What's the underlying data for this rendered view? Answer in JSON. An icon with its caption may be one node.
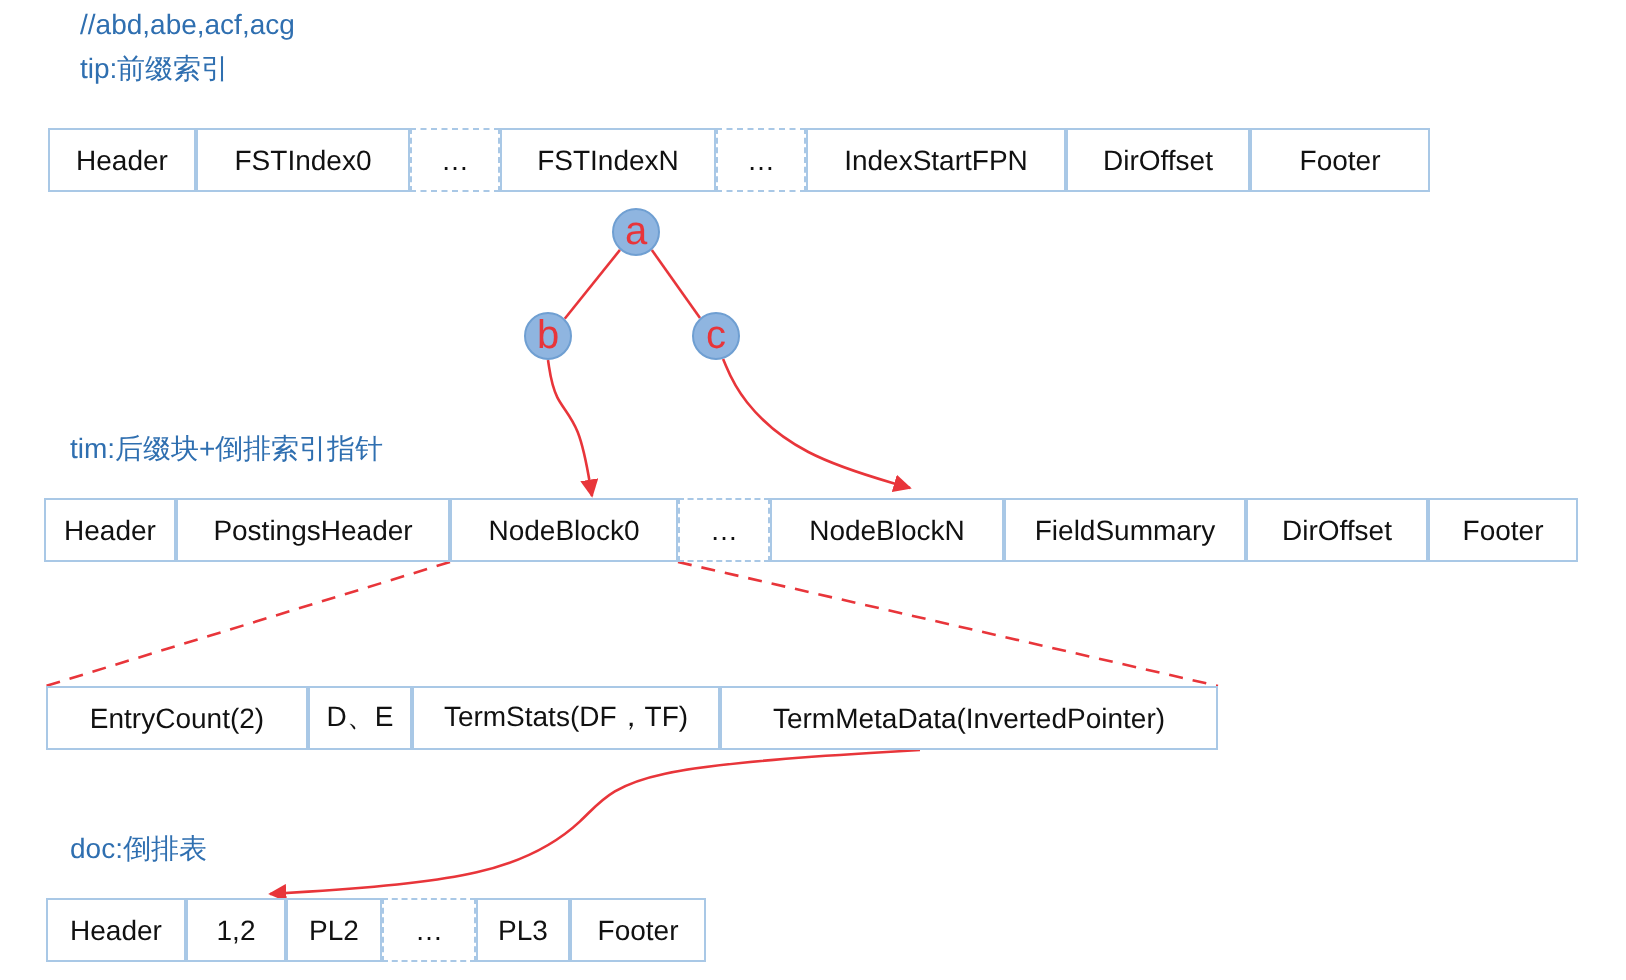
{
  "diagram": {
    "nodes": [
      {
        "text": [
          "Header"
        ]
      },
      {
        "text": [
          "FSTIndex0"
        ]
      },
      {
        "text": [
          "…"
        ]
      },
      {
        "text": [
          "FSTIndexN"
        ]
      },
      {
        "text": [
          "…"
        ]
      },
      {
        "text": [
          "IndexStartFPN"
        ]
      },
      {
        "text": [
          "DirOffset"
        ]
      },
      {
        "text": [
          "Footer"
        ]
      },
      {
        "text": [
          "a"
        ]
      },
      {
        "text": [
          "b"
        ]
      },
      {
        "text": [
          "c"
        ]
      },
      {
        "text": [
          "Header"
        ]
      },
      {
        "text": [
          "PostingsHeader"
        ]
      },
      {
        "text": [
          "NodeBlock0"
        ]
      },
      {
        "text": [
          "…"
        ]
      },
      {
        "text": [
          "NodeBlockN"
        ]
      },
      {
        "text": [
          "FieldSummary"
        ]
      },
      {
        "text": [
          "DirOffset"
        ]
      },
      {
        "text": [
          "Footer"
        ]
      },
      {
        "text": [
          "EntryCount(2)"
        ]
      },
      {
        "text": [
          "D、E"
        ]
      },
      {
        "text": [
          "TermStats(DF，TF)"
        ]
      },
      {
        "text": [
          "TermMetaData(InvertedPointer)"
        ]
      },
      {
        "text": [
          "Header"
        ]
      },
      {
        "text": [
          "1,2"
        ]
      },
      {
        "text": [
          "PL2"
        ]
      },
      {
        "text": [
          "…"
        ]
      },
      {
        "text": [
          "PL3"
        ]
      },
      {
        "text": [
          "Footer"
        ]
      }
    ],
    "edges": [
      {
        "from": 8,
        "to": 9,
        "arrow": "none"
      },
      {
        "from": 8,
        "to": 10,
        "arrow": "none"
      },
      {
        "from": 9,
        "to": 13,
        "arrow": "to"
      },
      {
        "from": 10,
        "to": 15,
        "arrow": "to"
      },
      {
        "from": 13,
        "to": 19,
        "arrow": "none",
        "style": "dashed"
      },
      {
        "from": 13,
        "to": 22,
        "arrow": "none",
        "style": "dashed"
      },
      {
        "from": 22,
        "to": 24,
        "arrow": "to"
      }
    ],
    "labels": [
      "//abd,abe,acf,acg",
      "tip:前缀索引",
      "tim:后缀块+倒排索引指针",
      "doc:倒排表"
    ]
  }
}
